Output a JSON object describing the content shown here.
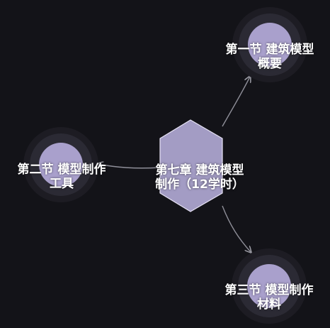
{
  "center": {
    "line1": "第七章 建筑模型",
    "line2": "制作（12学时）"
  },
  "nodes": [
    {
      "id": "section-1",
      "line1": "第一节 建筑模型",
      "line2": "概要"
    },
    {
      "id": "section-2",
      "line1": "第二节 模型制作",
      "line2": "工具"
    },
    {
      "id": "section-3",
      "line1": "第三节 模型制作",
      "line2": "材料"
    }
  ],
  "colors": {
    "background": "#131318",
    "hexagon_fill": "#a39cc4",
    "hexagon_stroke": "#e8e4f6",
    "node_core": "#a9a0cc",
    "node_halo": "#2b2a34",
    "connector": "#8f8f99"
  }
}
